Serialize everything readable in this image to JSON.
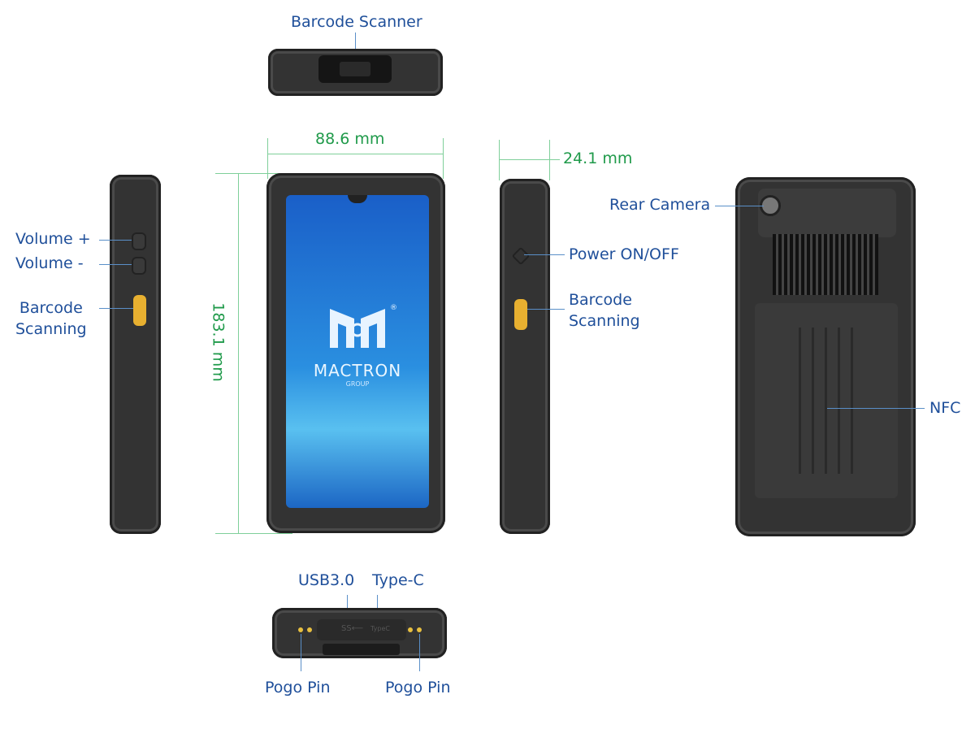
{
  "labels": {
    "barcode_scanner": "Barcode Scanner",
    "volume_up": "Volume +",
    "volume_down": "Volume -",
    "barcode_scanning_left": "Barcode\nScanning",
    "barcode_scanning_right": "Barcode\nScanning",
    "power": "Power ON/OFF",
    "rear_camera": "Rear Camera",
    "nfc": "NFC",
    "usb": "USB3.0",
    "typec": "Type-C",
    "pogo_left": "Pogo Pin",
    "pogo_right": "Pogo Pin"
  },
  "dimensions": {
    "width": "88.6 mm",
    "height": "183.1 mm",
    "depth": "24.1 mm"
  },
  "screen": {
    "brand": "MACTRON",
    "sub": "GROUP",
    "registered": "®"
  },
  "port_marks": {
    "ss": "SS⟵",
    "typec": "TypeC"
  },
  "colors": {
    "label": "#1f4f9a",
    "dimension": "#1f9a4a",
    "accent": "#e8b030"
  }
}
